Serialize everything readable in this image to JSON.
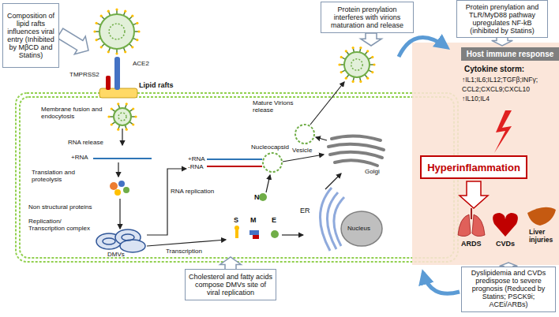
{
  "diagram": {
    "nodes": [
      {
        "text": [
          "Composition of lipid rafts influences viral entry (Inhibited by MβCD and Statins)"
        ]
      },
      {
        "text": [
          "Protein prenylation interferes with virions maturation and release"
        ]
      },
      {
        "text": [
          "Protein prenylation and TLR/MyD88 pathway upregulates NF-kB (inhibited by Statins)"
        ]
      },
      {
        "text": [
          "Host immune response"
        ]
      },
      {
        "text": [
          "Hyperinflammation"
        ],
        "in": 3
      },
      {
        "text": [
          "Cholesterol and fatty acids compose DMVs site of viral replication"
        ]
      },
      {
        "text": [
          "Dyslipidemia and CVDs predispose to severe prognosis (Reduced by Statins; PSCK9i; ACEi/ARBs)"
        ]
      }
    ],
    "labels": [
      "Lipid rafts",
      "ACE2",
      "TMPRSS2",
      "Membrane fusion and endocytosis",
      "RNA release",
      "+RNA",
      "Translation and proteolysis",
      "Non structural proteins",
      "Replication/ Transcription complex",
      "DMVs",
      "RNA replication",
      "Transcription",
      "+RNA",
      "-RNA",
      "Nucleocapsid",
      "N",
      "S",
      "M",
      "E",
      "ER",
      "Nucleus",
      "Golgi",
      "Vesicle",
      "Mature Virions release",
      "Cytokine storm:",
      "↑IL1;IL6;IL12;TGFβ;INFγ;",
      "CCL2;CXCL9;CXCL10",
      "↑IL10;IL4",
      "ARDS",
      "CVDs",
      "Liver injuries"
    ]
  }
}
